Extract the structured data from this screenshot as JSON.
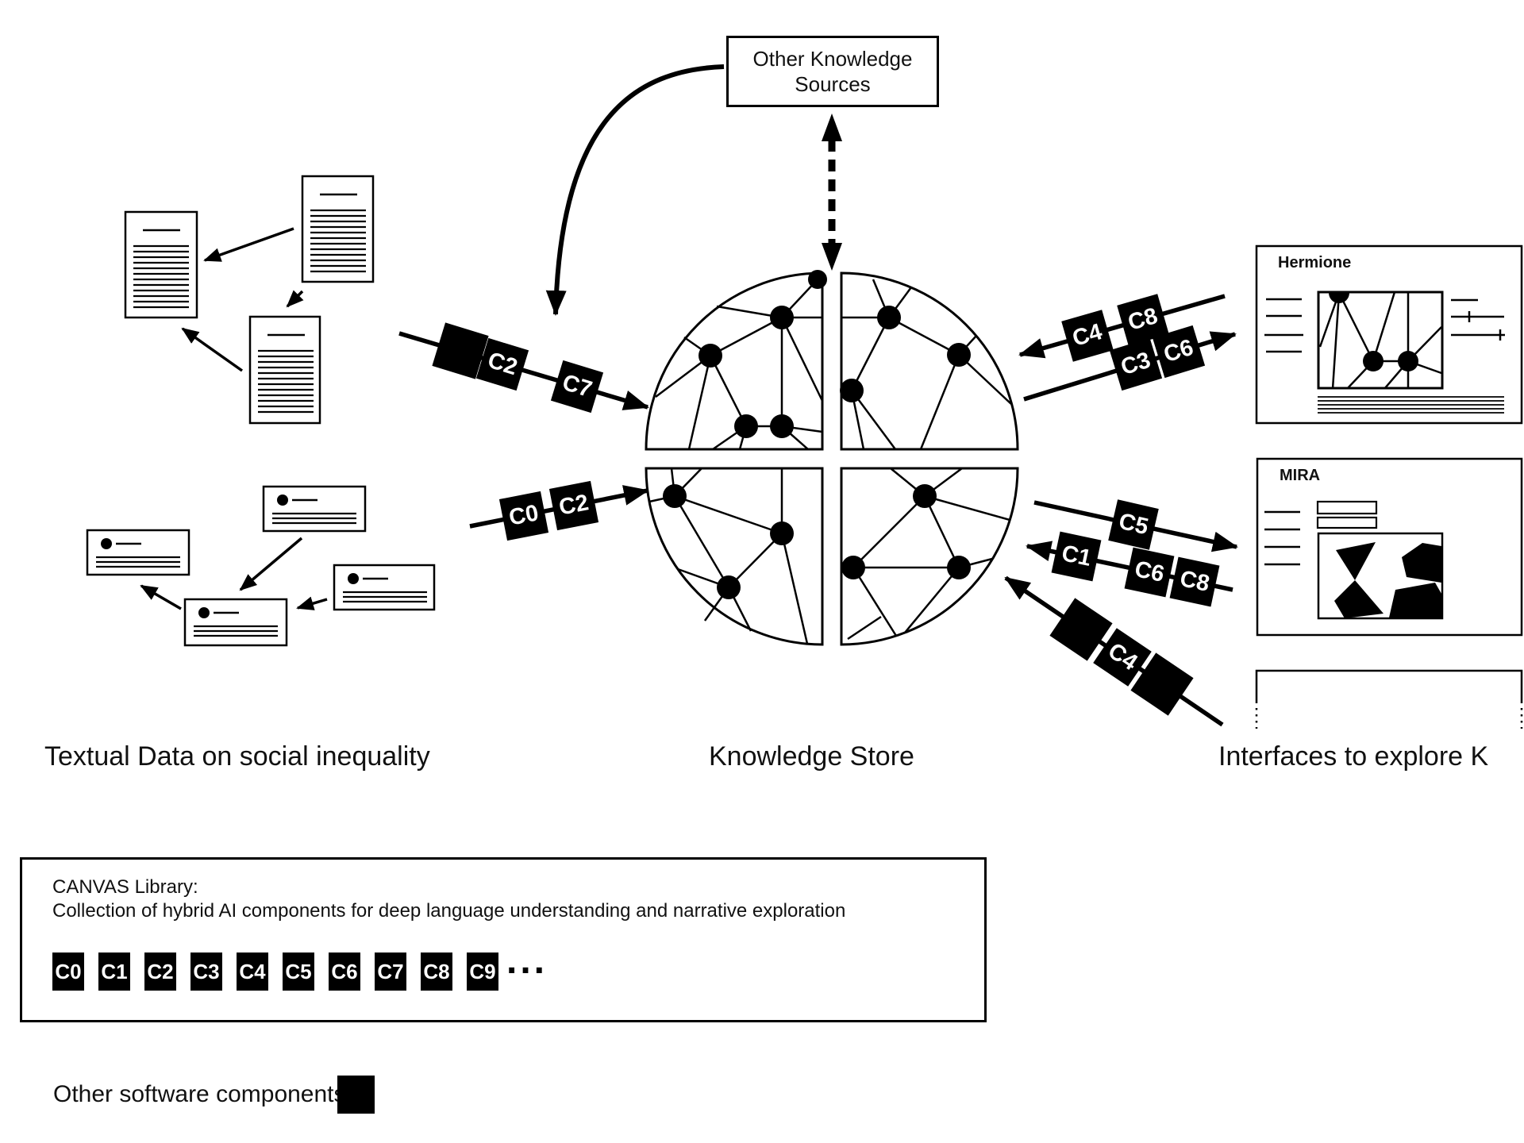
{
  "meta": {
    "background": "#ffffff",
    "ink": "#000000",
    "chip_bg": "#000000",
    "chip_text": "#ffffff"
  },
  "top_box": {
    "label": "Other Knowledge Sources"
  },
  "column_labels": {
    "left": "Textual Data on social inequality",
    "center": "Knowledge Store",
    "right": "Interfaces to explore K"
  },
  "pipelines": {
    "docs_to_store_upper": {
      "chips": [
        "",
        "C2",
        "C7"
      ],
      "direction": "into-store"
    },
    "docs_to_store_lower": {
      "chips": [
        "C0",
        "C2"
      ],
      "direction": "into-store"
    },
    "hermione_to_store": {
      "chips": [
        "C4",
        "C8"
      ],
      "direction": "into-store"
    },
    "store_to_hermione": {
      "chips": [
        "C3",
        "C6"
      ],
      "direction": "into-interface"
    },
    "store_to_mira": {
      "chips": [
        "C5"
      ],
      "direction": "into-interface"
    },
    "mira_to_store": {
      "chips": [
        "C1",
        "C6",
        "C8"
      ],
      "direction": "into-store"
    },
    "third_to_store": {
      "chips": [
        "",
        "C4",
        ""
      ],
      "direction": "into-store"
    }
  },
  "interfaces": {
    "first": {
      "title": "Hermione"
    },
    "second": {
      "title": "MIRA"
    },
    "third": {
      "title": ""
    }
  },
  "library": {
    "title": "CANVAS Library:",
    "subtitle": "Collection of hybrid AI components for deep language understanding and narrative exploration",
    "components": [
      "C0",
      "C1",
      "C2",
      "C3",
      "C4",
      "C5",
      "C6",
      "C7",
      "C8",
      "C9"
    ],
    "more": "..."
  },
  "legend": {
    "label": "Other software components:"
  },
  "icons": {
    "document": "document-pictogram",
    "note_card": "note-card-pictogram",
    "knowledge_store": "quartered-network-sphere",
    "software_component": "black-square",
    "knowledge_exchange": "dashed-double-arrow"
  }
}
